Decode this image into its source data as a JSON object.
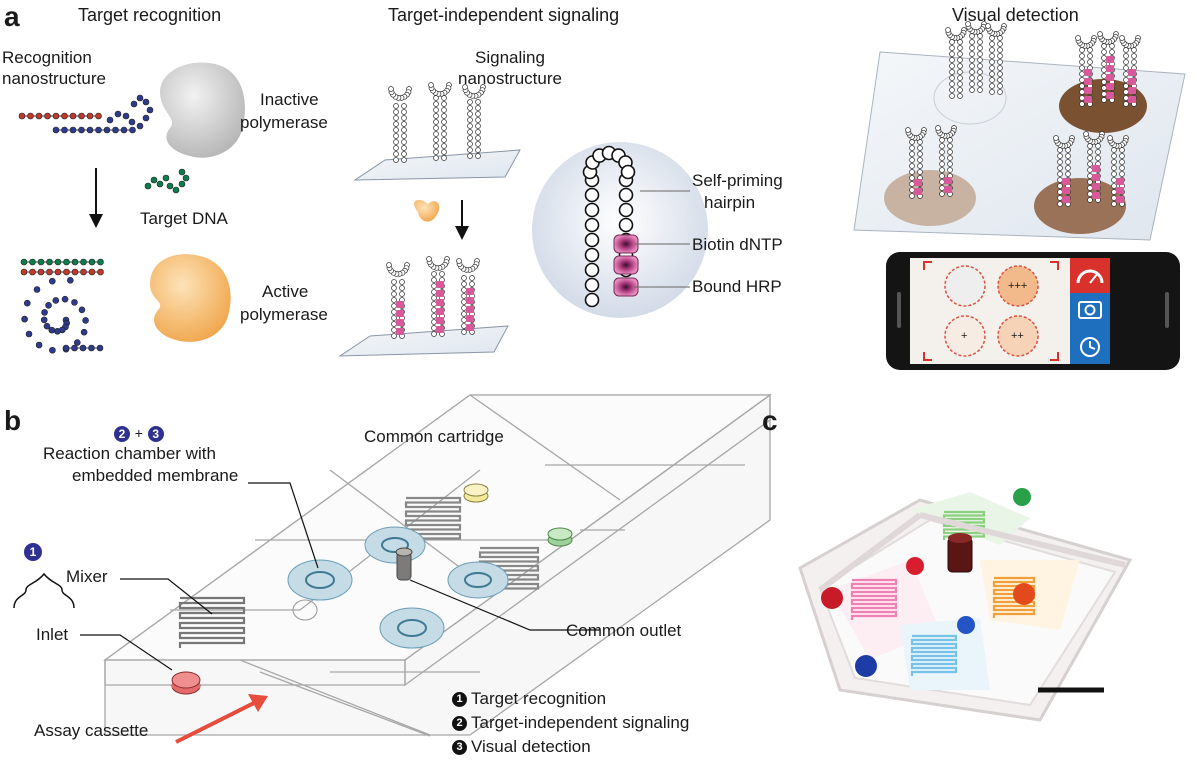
{
  "panels": {
    "a": "a",
    "b": "b",
    "c": "c"
  },
  "panel_a": {
    "heading_recognition": "Target recognition",
    "heading_signaling": "Target-independent signaling",
    "heading_detection": "Visual detection",
    "recognition_nanostructure": [
      "Recognition",
      "nanostructure"
    ],
    "inactive_polymerase": [
      "Inactive",
      "polymerase"
    ],
    "target_dna": "Target DNA",
    "active_polymerase": [
      "Active",
      "polymerase"
    ],
    "signaling_nanostructure": [
      "Signaling",
      "nanostructure"
    ],
    "self_priming_hairpin": [
      "Self-priming",
      "hairpin"
    ],
    "biotin_dntp": "Biotin dNTP",
    "bound_hrp": "Bound HRP",
    "phone_marks": {
      "tr": "+++",
      "bl": "+",
      "br": "++"
    }
  },
  "panel_b": {
    "badge_23_a": "2",
    "badge_23_plus": "+",
    "badge_23_b": "3",
    "reaction_chamber": [
      "Reaction chamber with",
      "embedded membrane"
    ],
    "common_cartridge": "Common cartridge",
    "badge_1": "1",
    "mixer": "Mixer",
    "inlet": "Inlet",
    "common_outlet": "Common outlet",
    "assay_cassette": "Assay cassette",
    "legend": [
      {
        "num": "1",
        "text": "Target recognition"
      },
      {
        "num": "2",
        "text": "Target-independent signaling"
      },
      {
        "num": "3",
        "text": "Visual detection"
      }
    ]
  },
  "colors": {
    "dna_red": "#c0392b",
    "dna_blue": "#2e3a8c",
    "dna_green": "#0b7d4a",
    "polymerase_inactive": "#c9c9c9",
    "polymerase_active": "#f5b461",
    "hrp": "#d8589a",
    "accent_arrow": "#e74c3c",
    "badge": "#2e3192"
  }
}
